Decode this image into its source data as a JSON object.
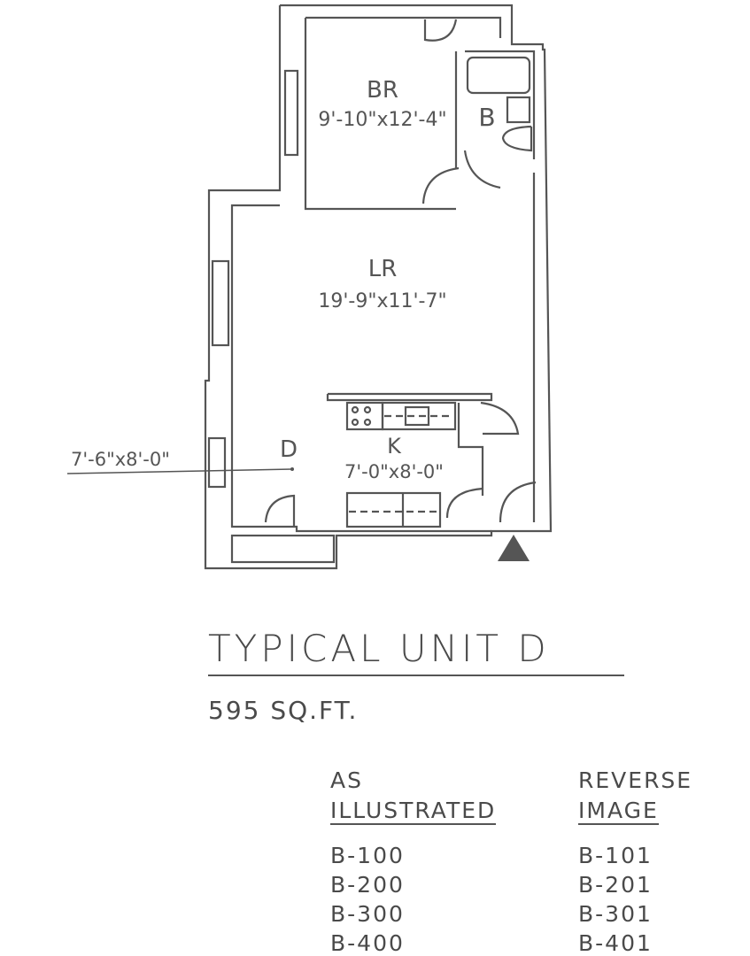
{
  "rooms": {
    "bedroom": {
      "name": "BR",
      "size": "9'-10\"x12'-4\""
    },
    "bath": {
      "name": "B"
    },
    "living": {
      "name": "LR",
      "size": "19'-9\"x11'-7\""
    },
    "dining": {
      "name": "D",
      "size": "7'-6\"x8'-0\""
    },
    "kitchen": {
      "name": "K",
      "size": "7'-0\"x8'-0\""
    }
  },
  "title": "TYPICAL UNIT D",
  "area": "595 SQ.FT.",
  "units_table": {
    "as_illustrated": {
      "header_line1": "AS",
      "header_line2": "ILLUSTRATED",
      "units": [
        "B-100",
        "B-200",
        "B-300",
        "B-400"
      ]
    },
    "reverse_image": {
      "header_line1": "REVERSE",
      "header_line2": "IMAGE",
      "units": [
        "B-101",
        "B-201",
        "B-301",
        "B-401"
      ]
    }
  }
}
